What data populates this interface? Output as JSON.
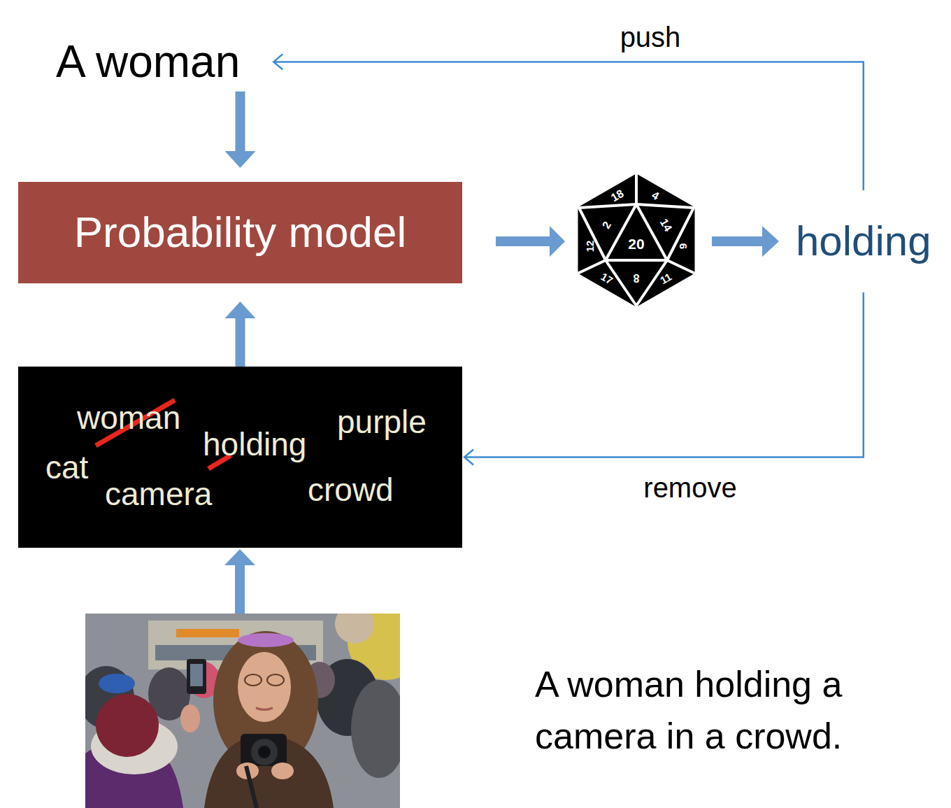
{
  "diagram": {
    "nodes": [
      {
        "text": [
          "A woman"
        ]
      },
      {
        "text": [
          "Probability model"
        ]
      },
      {
        "text": [
          "holding"
        ]
      },
      {
        "text": [
          "woman",
          "holding",
          "purple",
          "cat",
          "camera",
          "crowd"
        ]
      }
    ],
    "edges": [
      {
        "from": 0,
        "to": 1,
        "arrow": "to"
      },
      {
        "from": 3,
        "to": 1,
        "arrow": "to"
      },
      {
        "from": 1,
        "to": 2,
        "arrow": "to"
      },
      {
        "from": 2,
        "to": 0,
        "arrow": "to",
        "label": "push"
      },
      {
        "from": 2,
        "to": 3,
        "arrow": "to",
        "label": "remove"
      }
    ],
    "labels": [
      "18",
      "4",
      "2",
      "14",
      "20",
      "12",
      "6",
      "17",
      "8",
      "11",
      "A woman holding a camera in a crowd."
    ]
  }
}
